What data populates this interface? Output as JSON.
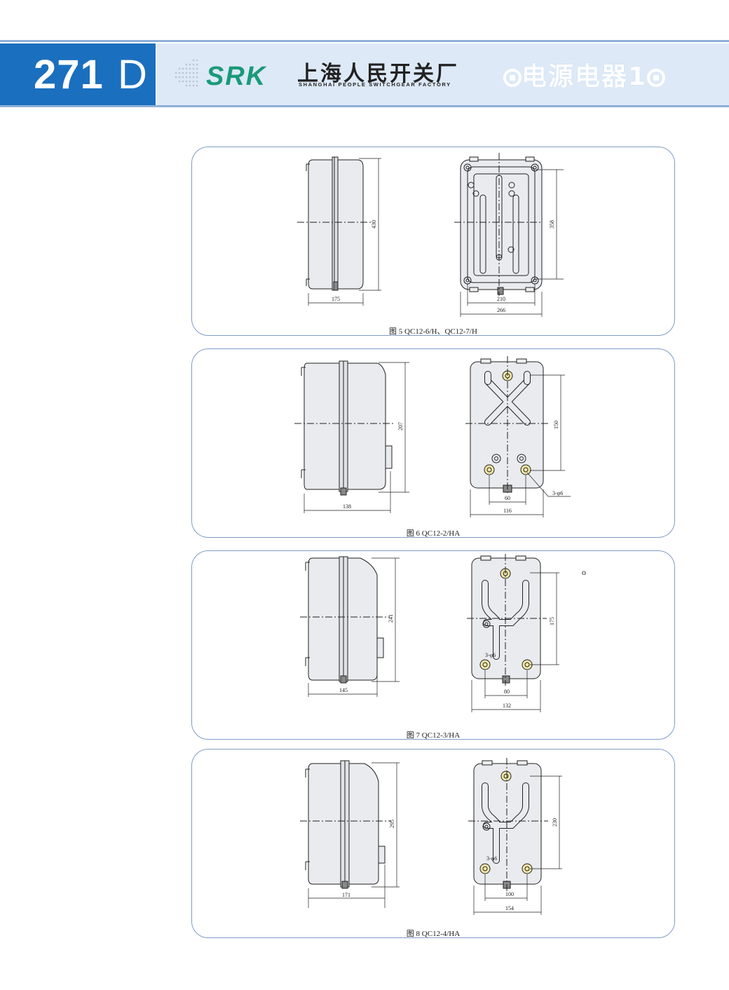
{
  "header": {
    "page_number": "271",
    "page_suffix": "D",
    "brand": "SRK",
    "company_cn": "上海人民开关厂",
    "company_en": "SHANGHAI PEOPLE SWITCHGEAR FACTORY",
    "section_title": "电源电器1"
  },
  "figures": [
    {
      "caption": "图 5 QC12-6/H、QC12-7/H",
      "dims": {
        "side_height": "430",
        "side_width": "175",
        "front_height": "358",
        "front_inner_width": "210",
        "front_width": "266"
      }
    },
    {
      "caption": "图 6 QC12-2/HA",
      "dims": {
        "side_height": "207",
        "side_width": "138",
        "front_height": "150",
        "front_inner_width": "60",
        "front_width": "116",
        "holes": "3-φ6"
      }
    },
    {
      "caption": "图 7 QC12-3/HA",
      "dims": {
        "side_height": "241",
        "side_width": "145",
        "front_height": "175",
        "front_inner_width": "80",
        "front_width": "132",
        "holes": "3-φ6"
      }
    },
    {
      "caption": "图 8 QC12-4/HA",
      "dims": {
        "side_height": "295",
        "side_width": "171",
        "front_height": "230",
        "front_inner_width": "100",
        "front_width": "154",
        "holes": "3-φ6"
      }
    }
  ],
  "stray_mark": "o"
}
